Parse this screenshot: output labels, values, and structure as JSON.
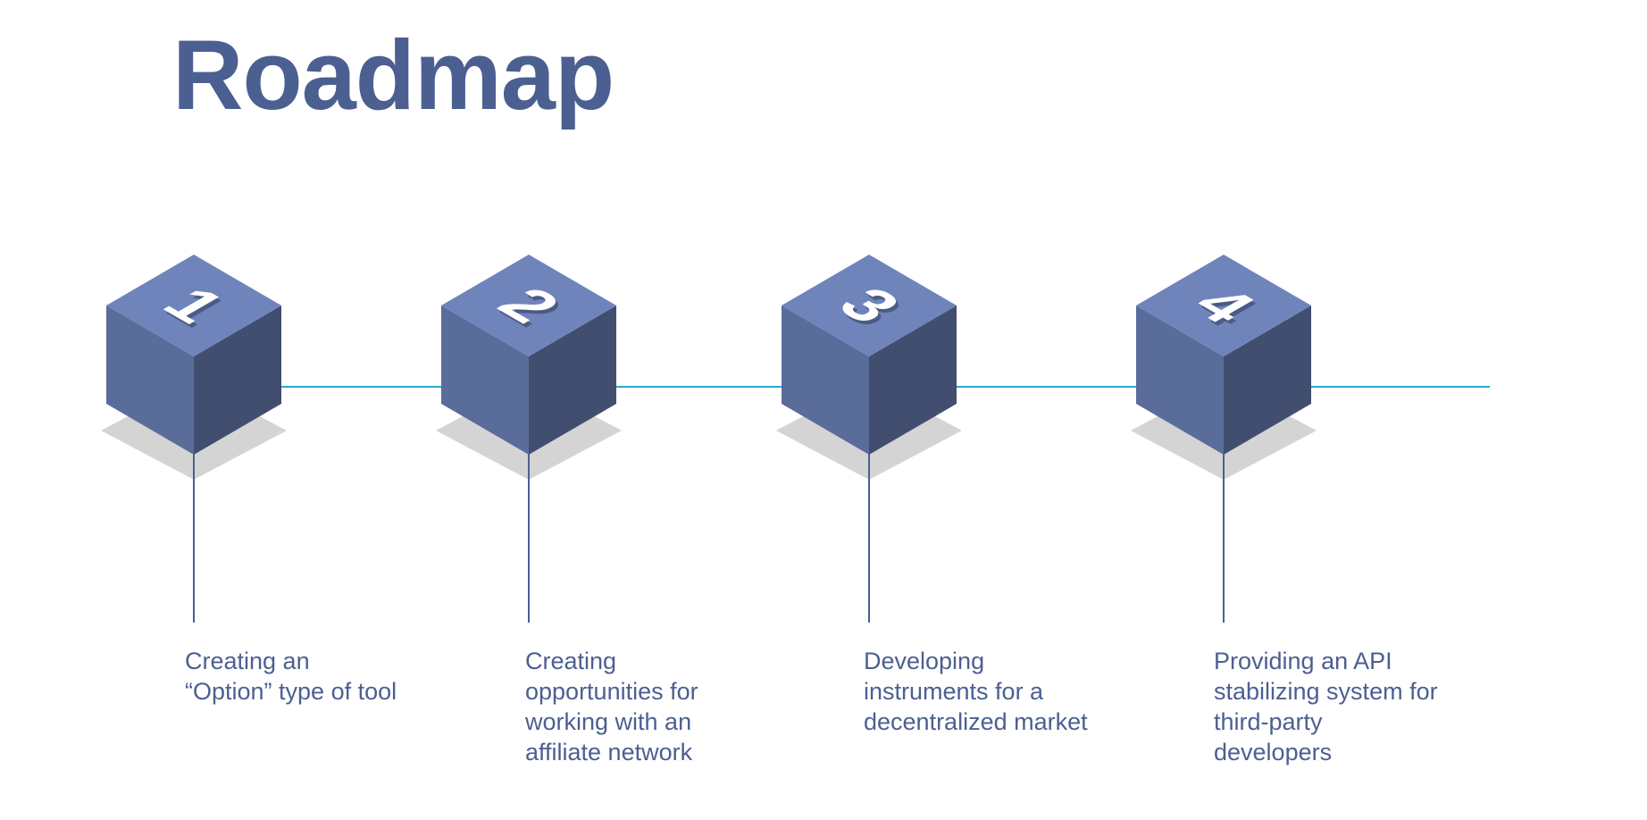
{
  "title": "Roadmap",
  "colors": {
    "title": "#4c5f91",
    "cube_top": "#6f84bb",
    "cube_left": "#5a6c9a",
    "cube_right": "#414e6f",
    "timeline": "#29a9cf",
    "connector": "#4c5f91",
    "shadow": "#d4d4d4",
    "number": "#ffffff",
    "text": "#4c5f91"
  },
  "steps": [
    {
      "number": "1",
      "lines": [
        "Creating an",
        "“Option” type of tool"
      ]
    },
    {
      "number": "2",
      "lines": [
        "Creating",
        "opportunities for",
        "working with an",
        "affiliate network"
      ]
    },
    {
      "number": "3",
      "lines": [
        "Developing",
        "instruments for a",
        "decentralized market"
      ]
    },
    {
      "number": "4",
      "lines": [
        "Providing an API",
        "stabilizing system for",
        "third-party",
        "developers"
      ]
    }
  ]
}
